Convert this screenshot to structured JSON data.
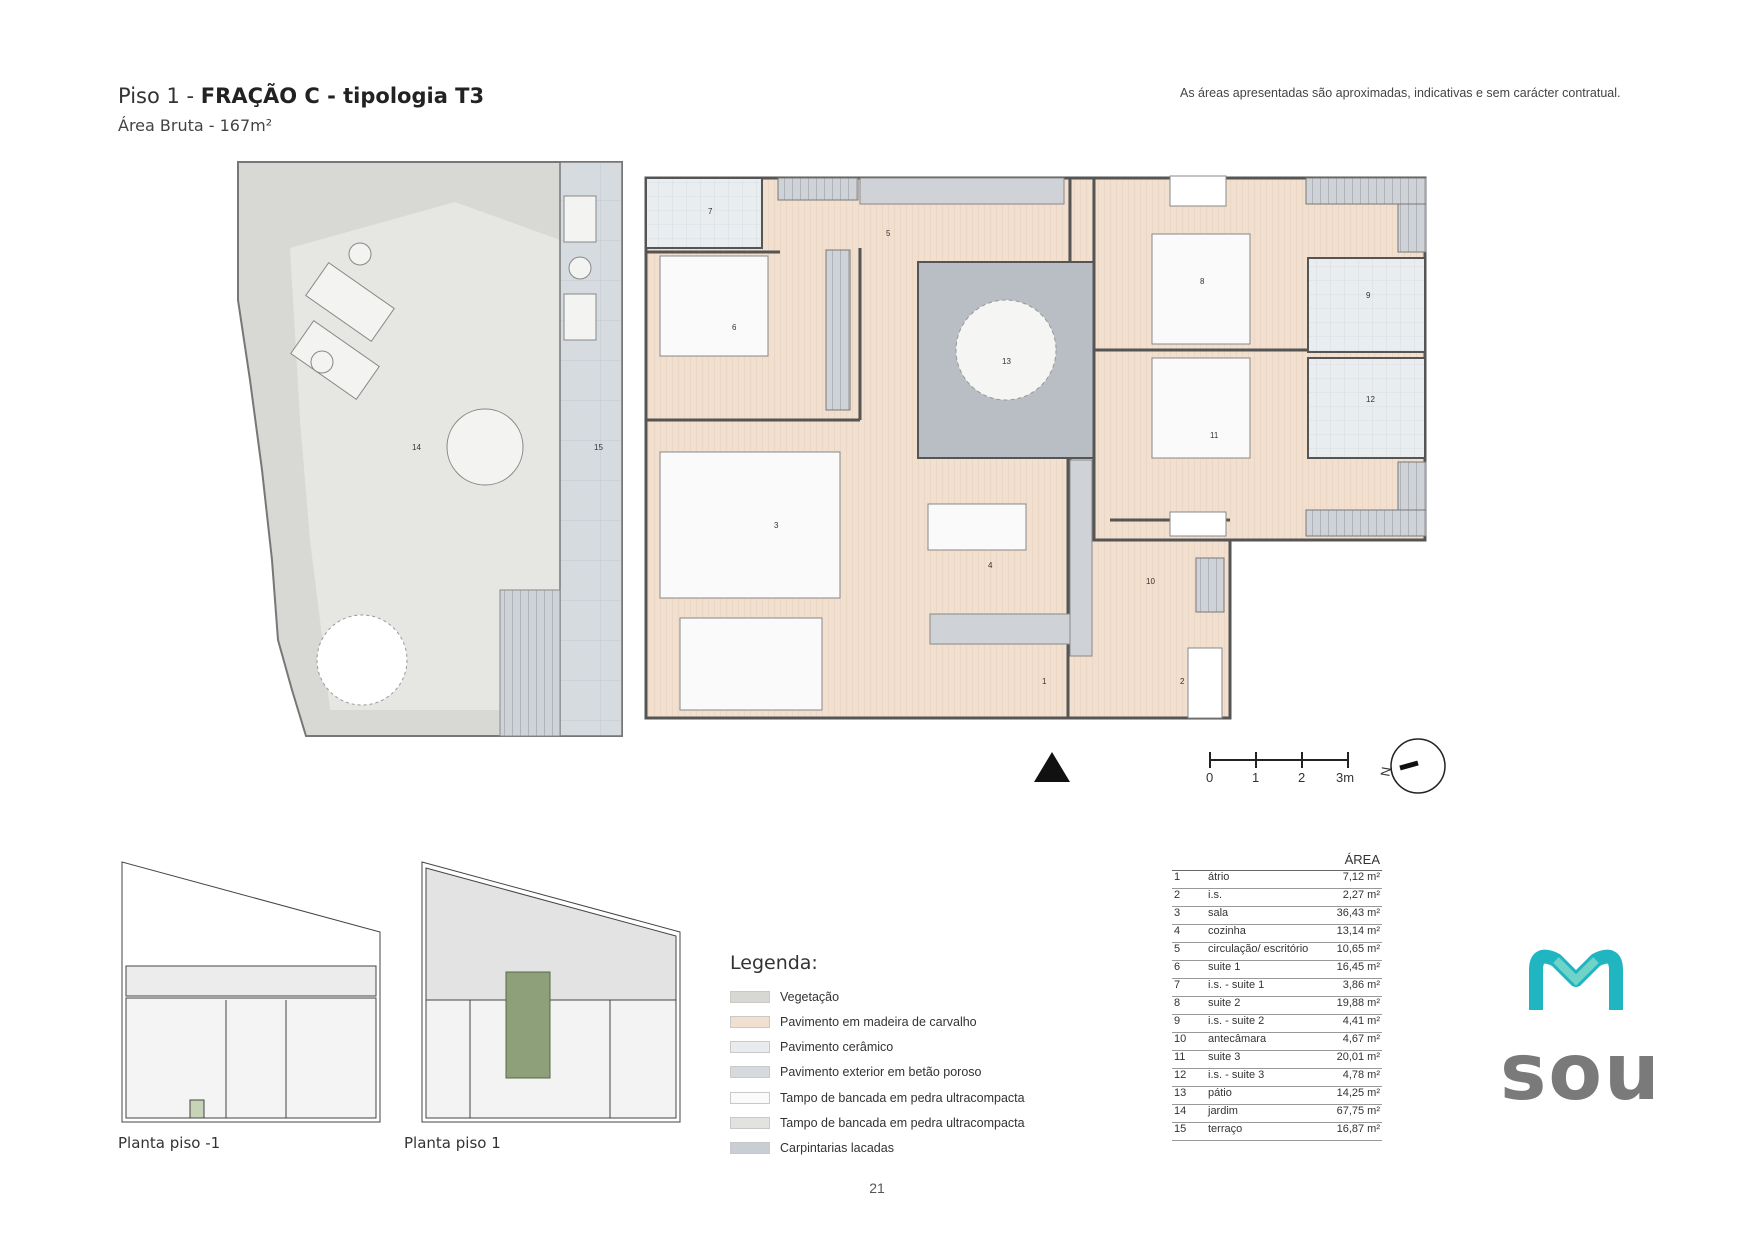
{
  "header": {
    "title_prefix": "Piso 1 - ",
    "title_bold": "FRAÇÃO C - tipologia T3",
    "gross_area": "Área Bruta - 167m²",
    "disclaimer": "As áreas apresentadas são aproximadas, indicativas e sem carácter contratual."
  },
  "room_numbers": [
    "1",
    "2",
    "3",
    "4",
    "5",
    "6",
    "7",
    "8",
    "9",
    "10",
    "11",
    "12",
    "13",
    "14",
    "15"
  ],
  "scale": {
    "labels": [
      "0",
      "1",
      "2",
      "3m"
    ],
    "north": "N"
  },
  "mini_plans": {
    "basement": "Planta piso -1",
    "floor1": "Planta piso 1"
  },
  "legend": {
    "title": "Legenda:",
    "items": [
      {
        "label": "Vegetação",
        "color": "#d8d8d2"
      },
      {
        "label": "Pavimento em madeira de carvalho",
        "color": "#f1dfcf"
      },
      {
        "label": "Pavimento cerâmico",
        "color": "#e8ecef"
      },
      {
        "label": "Pavimento exterior em betão poroso",
        "color": "#d6dadf"
      },
      {
        "label": "Tampo de bancada em pedra ultracompacta",
        "color": "#fafafa"
      },
      {
        "label": "Tampo de bancada em pedra ultracompacta",
        "color": "#e2e2de"
      },
      {
        "label": "Carpintarias lacadas",
        "color": "#c9ced4"
      }
    ]
  },
  "areas": {
    "header": "ÁREA",
    "rows": [
      {
        "n": "1",
        "name": "átrio",
        "area": "7,12 m²"
      },
      {
        "n": "2",
        "name": "i.s.",
        "area": "2,27 m²"
      },
      {
        "n": "3",
        "name": "sala",
        "area": "36,43 m²"
      },
      {
        "n": "4",
        "name": "cozinha",
        "area": "13,14 m²"
      },
      {
        "n": "5",
        "name": "circulação/ escritório",
        "area": "10,65 m²"
      },
      {
        "n": "6",
        "name": "suite 1",
        "area": "16,45 m²"
      },
      {
        "n": "7",
        "name": "i.s. - suite 1",
        "area": "3,86 m²"
      },
      {
        "n": "8",
        "name": "suite 2",
        "area": "19,88 m²"
      },
      {
        "n": "9",
        "name": "i.s. - suite 2",
        "area": "4,41 m²"
      },
      {
        "n": "10",
        "name": "antecâmara",
        "area": "4,67 m²"
      },
      {
        "n": "11",
        "name": "suite 3",
        "area": "20,01 m²"
      },
      {
        "n": "12",
        "name": "i.s. - suite 3",
        "area": "4,78 m²"
      },
      {
        "n": "13",
        "name": "pátio",
        "area": "14,25 m²"
      },
      {
        "n": "14",
        "name": "jardim",
        "area": "67,75 m²"
      },
      {
        "n": "15",
        "name": "terraço",
        "area": "16,87 m²"
      }
    ]
  },
  "logo": {
    "text": "sou",
    "color_primary": "#1fb5c1",
    "color_secondary": "#6fd3c8"
  },
  "page_number": "21"
}
